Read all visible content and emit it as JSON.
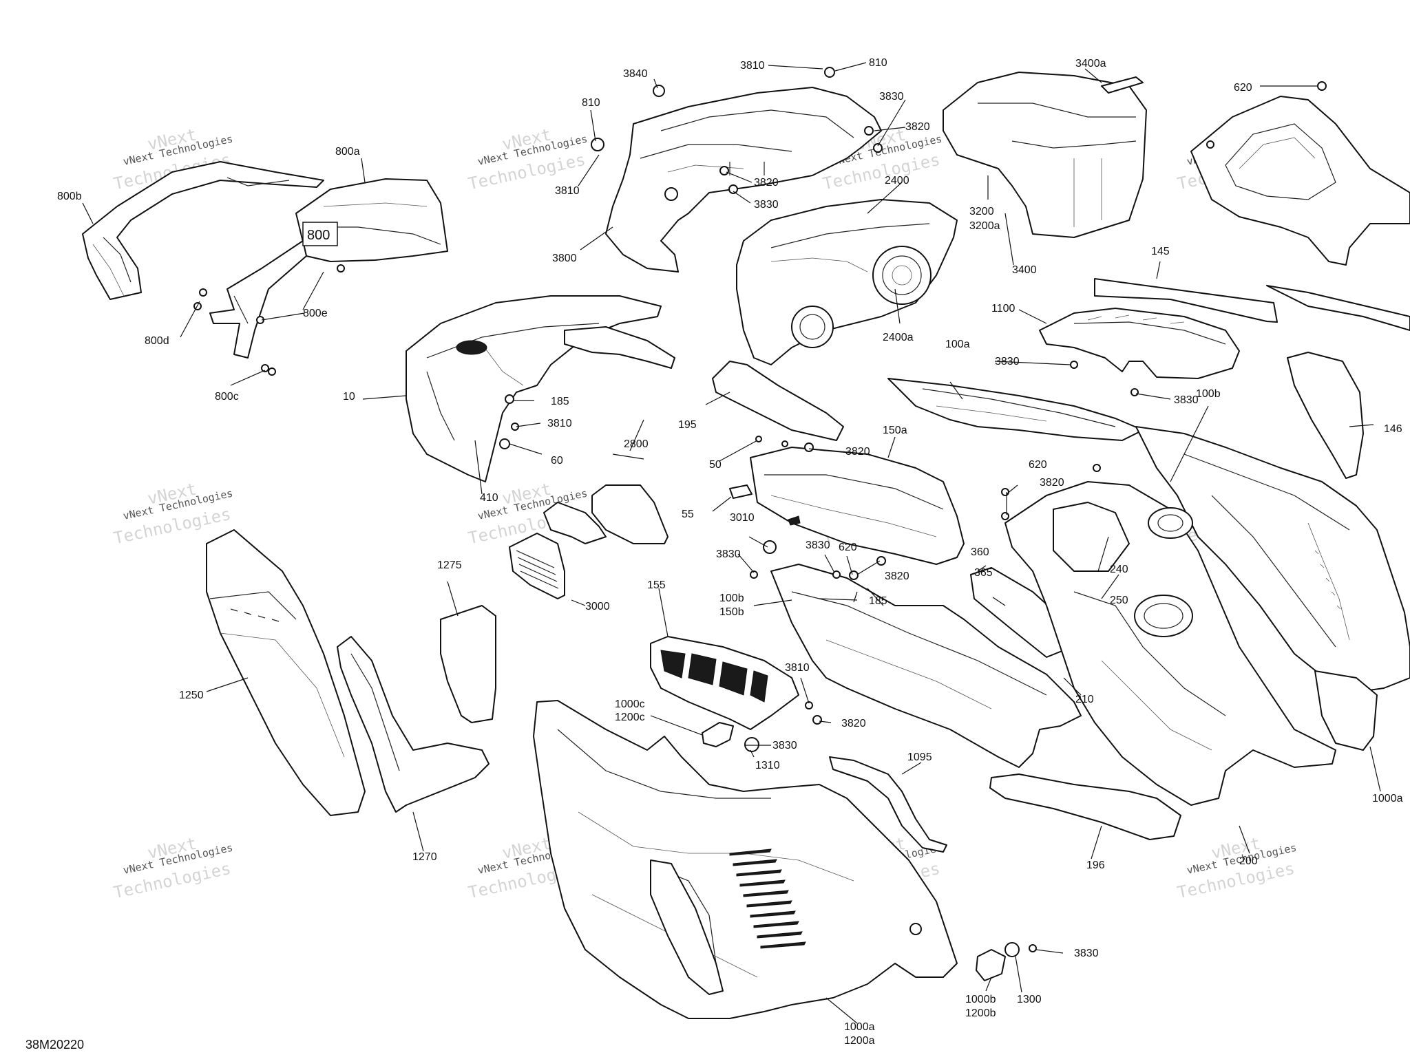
{
  "diagram_code": "38M20220",
  "watermark": {
    "line1": "vNext Technologies",
    "line2": "vNext",
    "line3": "Technologies"
  },
  "boxed_label": "800",
  "callouts": [
    "3810",
    "810",
    "3840",
    "3830",
    "3820",
    "3400a",
    "620",
    "810",
    "3810",
    "3820",
    "3830",
    "2400",
    "3200",
    "3200a",
    "3400",
    "800a",
    "800b",
    "800",
    "800e",
    "800d",
    "800c",
    "3800",
    "2400a",
    "145",
    "1100",
    "100a",
    "3830",
    "3830",
    "100b",
    "146",
    "10",
    "185",
    "3810",
    "60",
    "410",
    "195",
    "50",
    "3820",
    "150a",
    "2800",
    "55",
    "620",
    "3820",
    "3010",
    "3830",
    "3830",
    "620",
    "3820",
    "360",
    "365",
    "240",
    "250",
    "185",
    "1275",
    "3000",
    "155",
    "100b",
    "150b",
    "1250",
    "3810",
    "210",
    "1000c",
    "1200c",
    "3820",
    "3830",
    "1310",
    "1095",
    "1000a",
    "1270",
    "196",
    "200",
    "3830",
    "1000b",
    "1200b",
    "1300",
    "1000a",
    "1200a"
  ]
}
